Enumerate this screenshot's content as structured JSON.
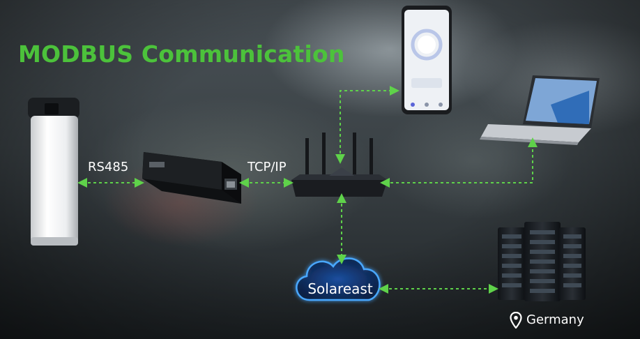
{
  "title": "MODBUS Communication",
  "links": {
    "rs485": "RS485",
    "tcpip": "TCP/IP"
  },
  "cloud": {
    "label": "Solareast"
  },
  "server": {
    "location": "Germany"
  },
  "colors": {
    "title": "#4cc23b",
    "link_line": "#5fd24a",
    "cloud_glow": "#3aa0ff",
    "text": "#ffffff"
  },
  "icons": {
    "location": "map-pin-icon"
  }
}
